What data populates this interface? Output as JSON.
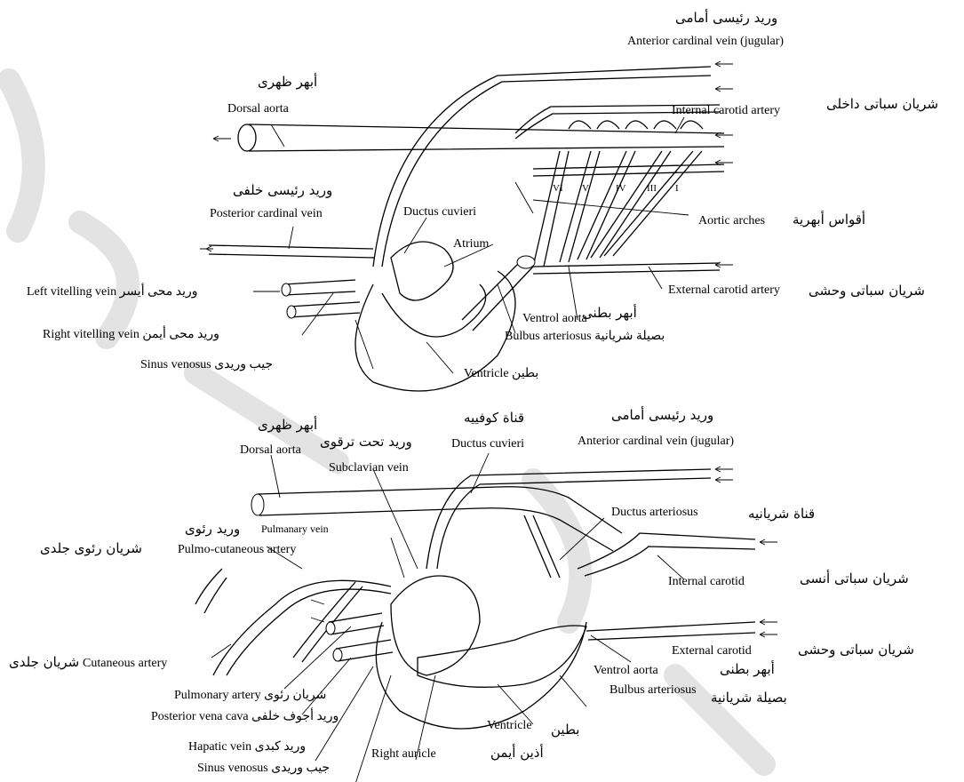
{
  "top_diagram": {
    "ant_cardinal_ar": "وريد رئيسى أمامى",
    "ant_cardinal_en": "Anterior cardinal vein (jugular)",
    "dorsal_aorta_ar": "أبهر ظهرى",
    "dorsal_aorta_en": "Dorsal aorta",
    "internal_carotid_en": "Internal carotid artery",
    "internal_carotid_ar": "شريان سباتى داخلى",
    "post_cardinal_ar": "وريد رئيسى خلفى",
    "post_cardinal_en": "Posterior cardinal vein",
    "ductus_cuvieri": "Ductus cuvieri",
    "atrium": "Atrium",
    "aortic_arches_en": "Aortic arches",
    "aortic_arches_ar": "أقواس أبهرية",
    "arch_numbers": [
      "VI",
      "V",
      "IV",
      "III",
      "I"
    ],
    "left_vitelline": "Left vitelling vein وريد محى أيسر",
    "right_vitelline": "Right vitelling vein وريد محى أيمن",
    "external_carotid_en": "External carotid artery",
    "external_carotid_ar": "شريان سباتى وحشى",
    "ventral_aorta": "Ventrol aorta",
    "ventral_aorta_ar": "أبهر بطنى",
    "bulbus": "Bulbus arteriosus بصيلة شريانية",
    "sinus": "Sinus venosus جيب وريدى",
    "ventricle": "Ventricle بطين"
  },
  "bottom_diagram": {
    "dorsal_aorta_ar": "أبهر ظهرى",
    "dorsal_aorta_en": "Dorsal aorta",
    "subclavian_ar": "وريد تحت ترقوى",
    "ductus_cuvieri_ar": "قناة كوفييه",
    "ductus_cuvieri_en": "Ductus cuvieri",
    "ant_cardinal_ar": "وريد رئيسى أمامى",
    "ant_cardinal_en": "Anterior cardinal vein (jugular)",
    "subclavian_en": "Subclavian vein",
    "pulmonary_vein_en": "Pulmanary vein",
    "pulmonary_vein_ar": "وريد رئوى",
    "ductus_arteriosus_ar": "قناة شريانيه",
    "ductus_arteriosus_en": "Ductus arteriosus",
    "pulmo_cutaneous": "Pulmo-cutaneous artery",
    "pulmo_cutaneous_ar": "شريان رئوى جلدى",
    "internal_carotid_en": "Internal carotid",
    "internal_carotid_ar": "شريان سباتى أنسى",
    "external_carotid_en": "External carotid",
    "external_carotid_ar": "شريان سباتى وحشى",
    "cutaneous": "Cutaneous artery",
    "cutaneous_ar": "شريان جلدى",
    "ventral_aorta": "Ventrol aorta",
    "ventral_aorta_ar": "أبهر بطنى",
    "bulbus": "Bulbus arteriosus",
    "bulbus_ar": "بصيلة شريانية",
    "pulmonary_artery": "Pulmonary artery شريان رئوى",
    "post_vena_cava": "Posterior vena cava وريد أجوف خلفى",
    "ventricle_en": "Ventricle",
    "ventricle_ar": "بطين",
    "hepatic_vein": "Hapatic vein وريد كبدى",
    "right_auricle": "Right auricle",
    "right_auricle_ar": "أذين أيمن",
    "sinus": "Sinus venosus جيب وريدى"
  }
}
